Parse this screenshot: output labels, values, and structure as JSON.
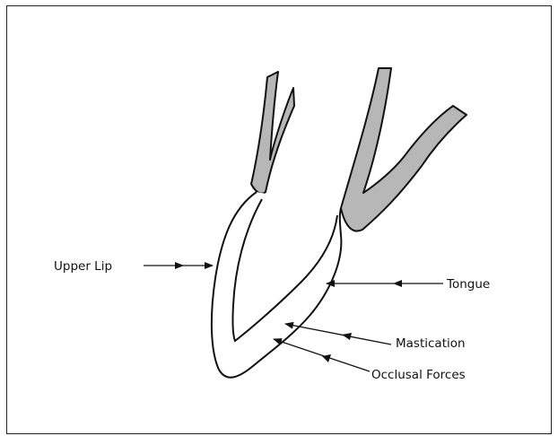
{
  "diagram": {
    "labels": {
      "upper_lip": "Upper Lip",
      "tongue": "Tongue",
      "mastication": "Mastication",
      "occlusal_forces": "Occlusal Forces"
    },
    "colors": {
      "bone": "#b7b7b7",
      "outline": "#111111",
      "background": "#ffffff"
    }
  }
}
